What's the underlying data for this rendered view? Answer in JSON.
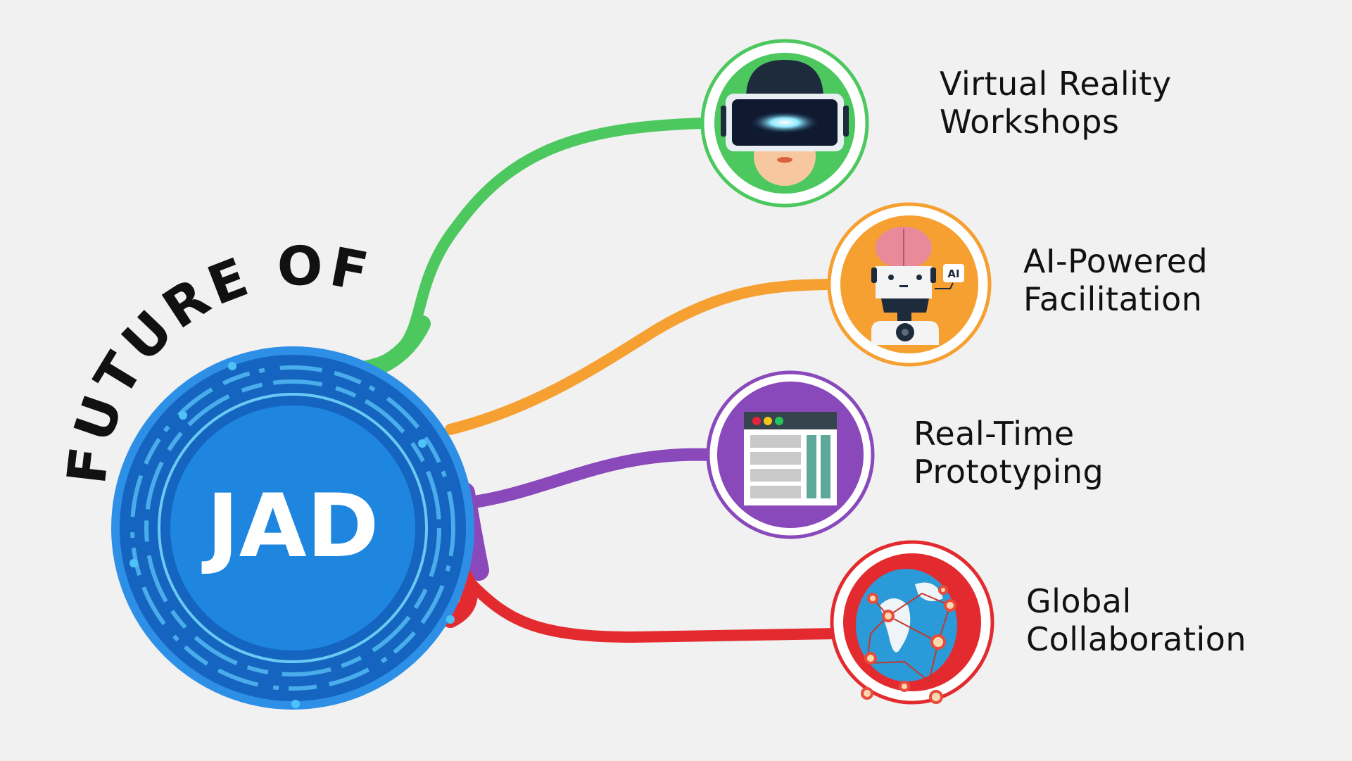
{
  "title": {
    "arc_text": "FUTURE OF",
    "center_text": "JAD"
  },
  "colors": {
    "background": "#f1f1f1",
    "center_blue": "#1e88e5",
    "center_ring": "#1565c0",
    "circuit_cyan": "#4fc3f7",
    "green": "#4cc85e",
    "orange": "#f5a030",
    "purple": "#8a49bb",
    "red": "#e32b2f"
  },
  "branches": [
    {
      "id": "vr",
      "line1": "Virtual Reality",
      "line2": "Workshops",
      "color": "#4cc85e",
      "icon": "vr-headset-icon"
    },
    {
      "id": "ai",
      "line1": "AI-Powered",
      "line2": "Facilitation",
      "color": "#f5a030",
      "icon": "ai-robot-icon",
      "badge": "AI"
    },
    {
      "id": "proto",
      "line1": "Real-Time",
      "line2": "Prototyping",
      "color": "#8a49bb",
      "icon": "browser-wireframe-icon"
    },
    {
      "id": "global",
      "line1": "Global",
      "line2": "Collaboration",
      "color": "#e32b2f",
      "icon": "globe-network-icon"
    }
  ]
}
